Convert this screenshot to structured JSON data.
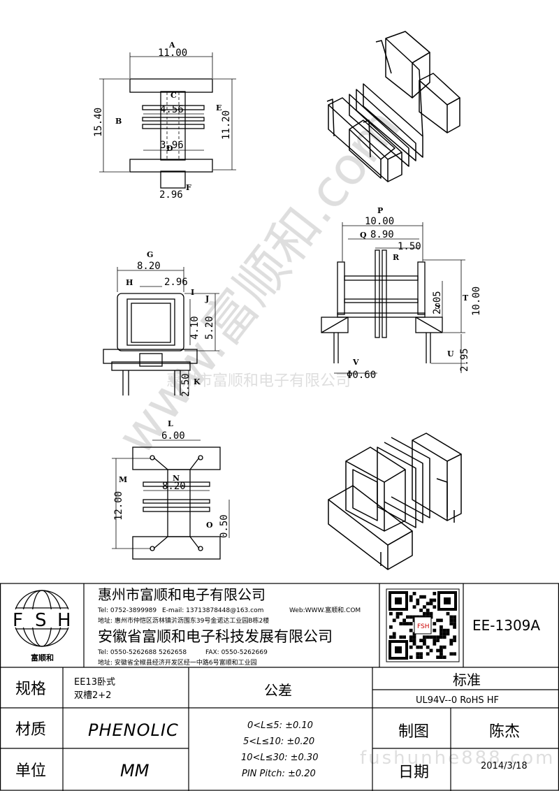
{
  "watermark": {
    "diagonal": "www.富顺和.com",
    "company": "惠州市富顺和电子有限公司",
    "url": "fushunhe888.com"
  },
  "view_top": {
    "labels": [
      "A",
      "B",
      "C",
      "D",
      "E",
      "F"
    ],
    "dims": {
      "A": "11.00",
      "B": "15.40",
      "C": "4.56",
      "D": "3.96",
      "E": "11.20",
      "F": "2.96"
    }
  },
  "view_side": {
    "labels": [
      "G",
      "H",
      "I",
      "J",
      "K"
    ],
    "dims": {
      "G": "8.20",
      "H": "2.96",
      "I": "4.10",
      "J": "5.20",
      "K": "2.50"
    }
  },
  "view_front": {
    "labels": [
      "P",
      "Q",
      "R",
      "S",
      "T",
      "U",
      "V"
    ],
    "dims": {
      "P": "10.00",
      "Q": "8.90",
      "R": "1.50",
      "S": "2.05",
      "T": "10.00",
      "U": "2.95",
      "V": "Φ0.60"
    }
  },
  "view_bottom": {
    "labels": [
      "L",
      "M",
      "N",
      "O"
    ],
    "dims": {
      "L": "6.00",
      "M": "12.00",
      "N": "8.20",
      "O": "0.50"
    }
  },
  "logo": {
    "letters": [
      "F",
      "S",
      "H"
    ],
    "name": "富顺和"
  },
  "company1": {
    "name": "惠州市富顺和电子有限公司",
    "tel": "Tel: 0752-3899989",
    "email": "E-mail: 13713878448@163.com",
    "web": "Web:WWW.富顺和.COM",
    "address": "地址: 惠州市仲恺区沥林镇沜沥围东39号金诺达工业园B栋2楼"
  },
  "company2": {
    "name": "安徽省富顺和电子科技发展有限公司",
    "tel": "Tel: 0550-5262688 5262658",
    "fax": "FAX: 0550-5262669",
    "address": "地址: 安徽省全椒县经济开发区经一中路6号富顺和工业园"
  },
  "qr_caption": "FSH",
  "part_number": "EE-1309A",
  "table": {
    "spec_label": "规格",
    "spec_value_1": "EE13卧式",
    "spec_value_2": "双槽2+2",
    "material_label": "材质",
    "material_value": "PHENOLIC",
    "unit_label": "单位",
    "unit_value": "MM",
    "tolerance_label": "公差",
    "tolerances": [
      "0<L≤5: ±0.10",
      "5<L≤10: ±0.20",
      "10<L≤30: ±0.30",
      "PIN Pitch: ±0.20"
    ],
    "standard_label": "标准",
    "standard_value": "UL94V--0  RoHS HF",
    "drawn_label": "制图",
    "drawn_value": "陈杰",
    "date_label": "日期",
    "date_value": "2014/3/18"
  }
}
